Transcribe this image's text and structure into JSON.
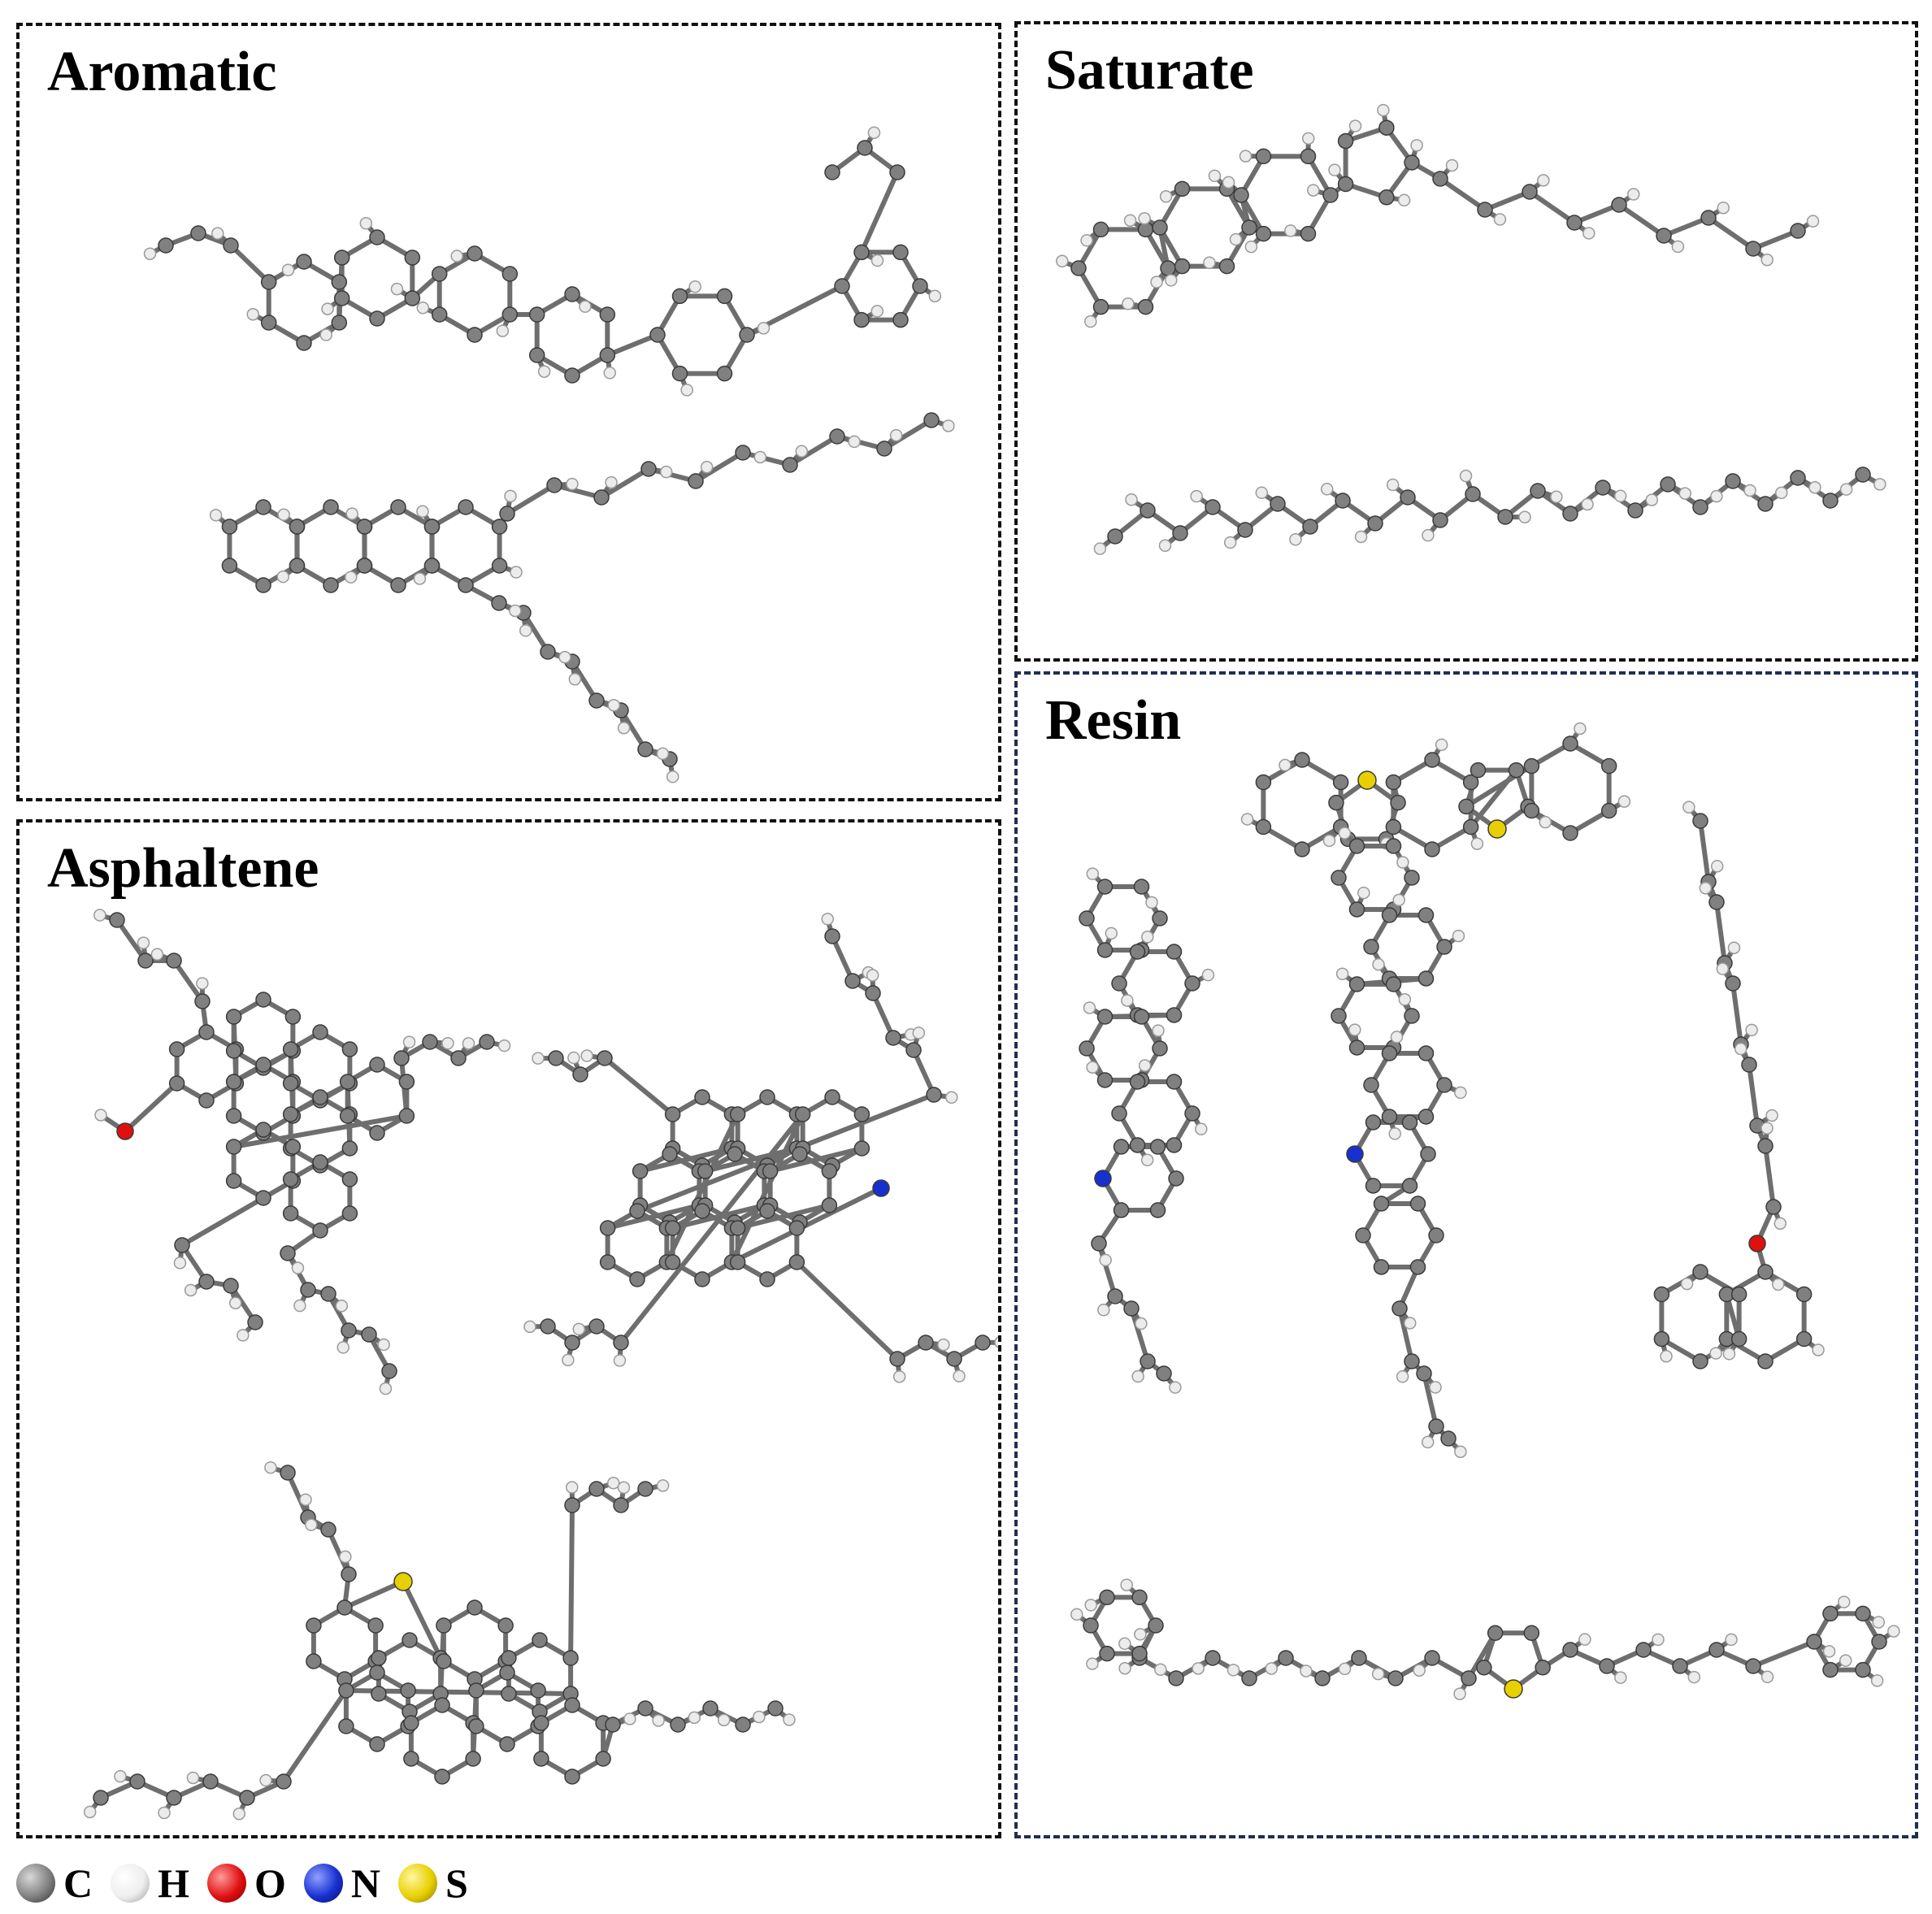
{
  "panels": {
    "aromatic": {
      "title": "Aromatic"
    },
    "saturate": {
      "title": "Saturate"
    },
    "asphaltene": {
      "title": "Asphaltene"
    },
    "resin": {
      "title": "Resin"
    }
  },
  "legend": [
    {
      "label": "C",
      "element": "carbon",
      "color": "#808080"
    },
    {
      "label": "H",
      "element": "hydrogen",
      "color": "#f0f0f0"
    },
    {
      "label": "O",
      "element": "oxygen",
      "color": "#e01010"
    },
    {
      "label": "N",
      "element": "nitrogen",
      "color": "#1830d0"
    },
    {
      "label": "S",
      "element": "sulfur",
      "color": "#e8d000"
    }
  ],
  "colors": {
    "bond": "#6e6e6e",
    "panel_border": "#111111",
    "resin_border": "#1f2f4f"
  }
}
